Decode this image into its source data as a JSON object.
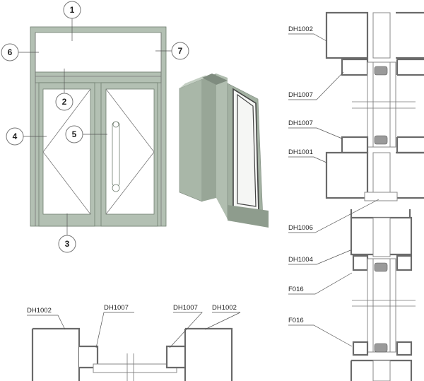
{
  "elevation": {
    "callouts": [
      "1",
      "2",
      "3",
      "4",
      "5",
      "6",
      "7"
    ]
  },
  "section_vertical": {
    "labels": [
      "DH1002",
      "DH1007",
      "DH1007",
      "DH1001",
      "DH1006",
      "DH1004",
      "F016",
      "F016"
    ]
  },
  "section_horizontal": {
    "labels": [
      "DH1002",
      "DH1007",
      "DH1007",
      "DH1002"
    ]
  },
  "colors": {
    "frame": "#b3c0b3",
    "profile_line": "#6a6a6a"
  }
}
